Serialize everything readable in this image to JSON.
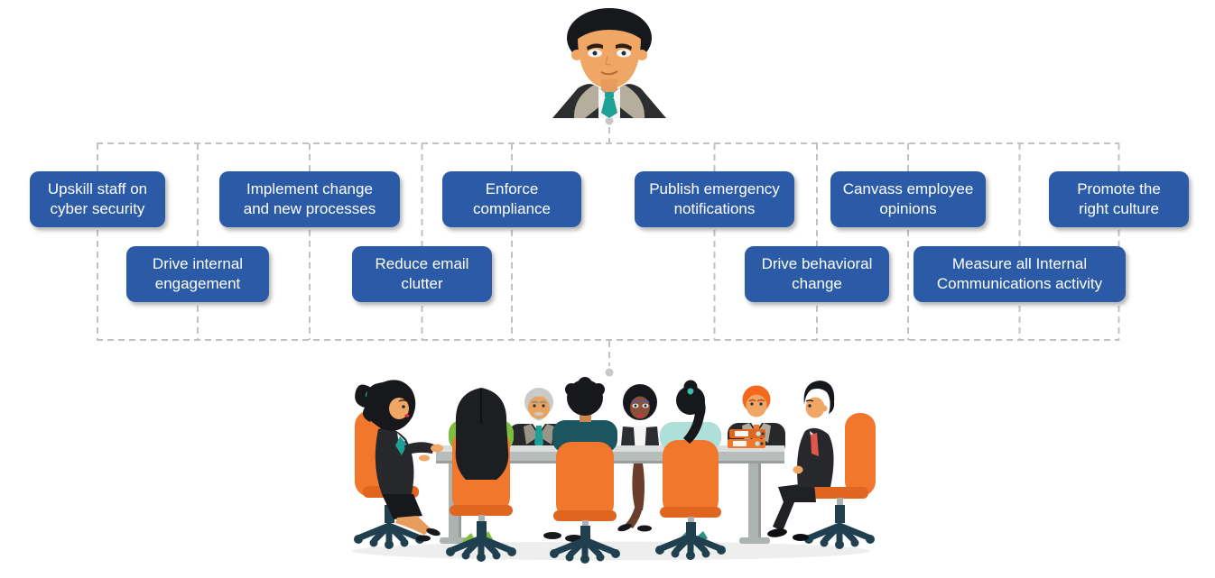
{
  "diagram": {
    "root_figure": {
      "name": "manager-illustration",
      "description": "businessman avatar, dark suit, white shirt, teal tie"
    },
    "target_figure": {
      "name": "meeting-illustration",
      "description": "eight people in a boardroom around a long grey table on orange office chairs"
    }
  },
  "goals": [
    {
      "id": "upskill",
      "label": "Upskill staff on\ncyber security"
    },
    {
      "id": "drive-internal",
      "label": "Drive internal\nengagement"
    },
    {
      "id": "implement-change",
      "label": "Implement change\nand new processes"
    },
    {
      "id": "reduce-email",
      "label": "Reduce email\nclutter"
    },
    {
      "id": "enforce",
      "label": "Enforce\ncompliance"
    },
    {
      "id": "publish",
      "label": "Publish emergency\nnotifications"
    },
    {
      "id": "drive-behavioral",
      "label": "Drive behavioral\nchange"
    },
    {
      "id": "canvass",
      "label": "Canvass employee\nopinions"
    },
    {
      "id": "measure",
      "label": "Measure all Internal\nCommunications activity"
    },
    {
      "id": "promote",
      "label": "Promote the\nright culture"
    }
  ],
  "colors": {
    "box_fill": "#2B5AA7",
    "box_text": "#FFFFFF",
    "connector_gray": "#C1C2C3",
    "chair_orange": "#F0772C",
    "chair_base_navy": "#20404F",
    "table_gray": "#B7BDBA",
    "accent_teal": "#1FA096",
    "suit_dark": "#26282B",
    "green_top": "#7DBE3C",
    "orange_hair": "#F2681D",
    "shadow_gray": "#EDEEED"
  }
}
